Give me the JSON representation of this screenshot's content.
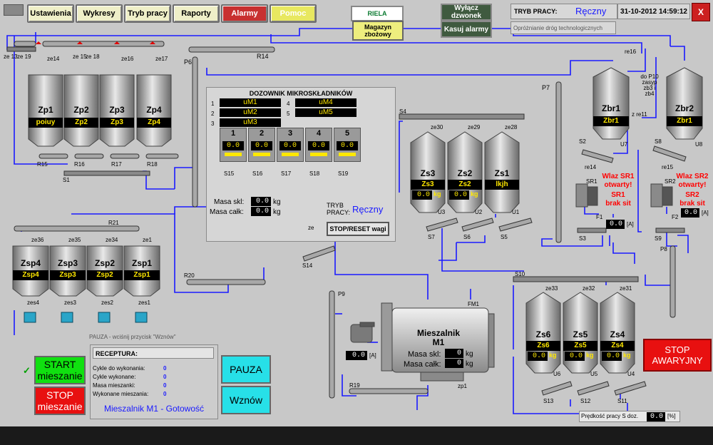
{
  "menu": {
    "ustawienia": "Ustawienia",
    "wykresy": "Wykresy",
    "tryb_pracy": "Tryb pracy",
    "raporty": "Raporty",
    "alarmy": "Alarmy",
    "pomoc": "Pomoc"
  },
  "logo": "RIELA",
  "magazyn": "Magazyn zbożowy",
  "wylacz_dzwonek": "Wyłącz dzwonek",
  "kasuj_alarmy": "Kasuj alarmy",
  "header": {
    "tryb_label": "TRYB PRACY:",
    "tryb_value": "Ręczny",
    "datetime": "31-10-2012 14:59:12",
    "close": "X",
    "status_msg": "Opróżnianie dróg technologicznych"
  },
  "top_labels": {
    "ze13": "ze 13",
    "ze19": "ze 19",
    "ze14": "ze14",
    "ze15": "ze 15",
    "ze18": "ze 18",
    "ze16": "ze16",
    "ze17": "ze17",
    "r14": "R14",
    "p6": "P6",
    "re16": "re16",
    "p10": "do P10 zasyp zb3 i zb4",
    "zre11": "z re11",
    "p7": "P7"
  },
  "zp": [
    {
      "name": "Zp1",
      "field": "poiuy"
    },
    {
      "name": "Zp2",
      "field": "Zp2"
    },
    {
      "name": "Zp3",
      "field": "Zp3"
    },
    {
      "name": "Zp4",
      "field": "Zp4"
    }
  ],
  "zp_r": [
    "R15",
    "R16",
    "R17",
    "R18",
    "S1"
  ],
  "zbr": [
    {
      "name": "Zbr1",
      "field": "Zbr1",
      "u": "U7",
      "s": "S2",
      "re": "re14"
    },
    {
      "name": "Zbr2",
      "field": "Zbr1",
      "u": "U8",
      "s": "S8",
      "re": "re15"
    }
  ],
  "sr": [
    {
      "name": "SR1",
      "alarm1": "Wlaz SR1",
      "alarm2": "otwarty!",
      "alarm3": "SR1",
      "alarm4": "brak sit",
      "f": "F1",
      "s": "S3",
      "val": "0.0",
      "unit": "[A]"
    },
    {
      "name": "SR2",
      "alarm1": "Wlaz SR2",
      "alarm2": "otwarty!",
      "alarm3": "SR2",
      "alarm4": "brak sit",
      "f": "F2",
      "s": "S9",
      "val": "0.0",
      "unit": "[A]"
    }
  ],
  "dozownik": {
    "title": "DOZOWNIK MIKROSKŁADNIKÓW",
    "items": [
      {
        "n": "1",
        "label": "uM1"
      },
      {
        "n": "2",
        "label": "uM2"
      },
      {
        "n": "3",
        "label": "uM3"
      },
      {
        "n": "4",
        "label": "uM4"
      },
      {
        "n": "5",
        "label": "uM5"
      }
    ],
    "hoppers": [
      {
        "n": "1",
        "val": "0.0",
        "s": "S15"
      },
      {
        "n": "2",
        "val": "0.0",
        "s": "S16"
      },
      {
        "n": "3",
        "val": "0.0",
        "s": "S17"
      },
      {
        "n": "4",
        "val": "0.0",
        "s": "S18"
      },
      {
        "n": "5",
        "val": "0.0",
        "s": "S19"
      }
    ],
    "masa_skl_label": "Masa skl:",
    "masa_skl": "0.0",
    "masa_calk_label": "Masa całk:",
    "masa_calk": "0.0",
    "kg": "kg",
    "tryb_label": "TRYB PRACY:",
    "tryb_value": "Ręczny",
    "stop_reset": "STOP/RESET wagi",
    "ze": "ze"
  },
  "zs_top": {
    "s4": "S4",
    "silos": [
      {
        "name": "Zs3",
        "field": "Zs3",
        "val": "0.0",
        "ze": "ze30",
        "u": "U3",
        "s": "S7"
      },
      {
        "name": "Zs2",
        "field": "Zs2",
        "val": "0.0",
        "ze": "ze29",
        "u": "U2",
        "s": "S6"
      },
      {
        "name": "Zs1",
        "field": "lkjh",
        "val": "",
        "ze": "ze28",
        "u": "U1",
        "s": "S5"
      }
    ],
    "kg": "kg"
  },
  "zsp": {
    "r21": "R21",
    "silos": [
      {
        "name": "Zsp4",
        "field": "Zsp4",
        "ze": "ze36",
        "zes": "zes4"
      },
      {
        "name": "Zsp3",
        "field": "Zsp3",
        "ze": "ze35",
        "zes": "zes3"
      },
      {
        "name": "Zsp2",
        "field": "Zsp2",
        "ze": "ze34",
        "zes": "zes2"
      },
      {
        "name": "Zsp1",
        "field": "Zsp1",
        "ze": "ze1",
        "zes": "zes1"
      }
    ],
    "r20": "R20"
  },
  "misc_labels": {
    "s14": "S14",
    "p9": "P9",
    "r19": "R19",
    "s10": "S10",
    "p8": "P8",
    "zp1": "zp1",
    "fm1": "FM1"
  },
  "mixer": {
    "name": "Mieszalnik M1",
    "masa_skl_label": "Masa skl:",
    "masa_skl": "0",
    "masa_calk_label": "Masa całk:",
    "masa_calk": "0",
    "kg": "kg",
    "motor_val": "0.0",
    "motor_unit": "[A]"
  },
  "zs_bottom": {
    "silos": [
      {
        "name": "Zs6",
        "field": "Zs6",
        "val": "0.0",
        "ze": "ze33",
        "u": "U6",
        "s": "S13"
      },
      {
        "name": "Zs5",
        "field": "Zs5",
        "val": "0.0",
        "ze": "ze32",
        "u": "U5",
        "s": "S12"
      },
      {
        "name": "Zs4",
        "field": "Zs4",
        "val": "0.0",
        "ze": "ze31",
        "u": "U4",
        "s": "S11"
      }
    ],
    "kg": "kg"
  },
  "stop_awaryjny": "STOP AWARYJNY",
  "predkosc": {
    "label": "Prędkość pracy S doz.",
    "val": "0.0",
    "unit": "[%]"
  },
  "controls": {
    "pause_msg": "PAUZA - wciśnij przycisk \"Wznów\"",
    "start": "START mieszanie",
    "stop": "STOP mieszanie",
    "check": "✓",
    "receptura": "RECEPTURA:",
    "rows": [
      {
        "label": "Cykle do wykonania:",
        "val": "0"
      },
      {
        "label": "Cykle wykonane:",
        "val": "0"
      },
      {
        "label": "Masa mieszanki:",
        "val": "0"
      },
      {
        "label": "Wykonane mieszania:",
        "val": "0"
      }
    ],
    "status": "Mieszalnik M1 - Gotowość",
    "pauza": "PAUZA",
    "wznow": "Wznów"
  },
  "colors": {
    "pipe": "#1a1aff",
    "alarm_red": "#ff0000",
    "yellow_text": "#ffe800",
    "dark_green_btn": "#3f5a3f",
    "cyan_btn": "#27e0e8"
  }
}
